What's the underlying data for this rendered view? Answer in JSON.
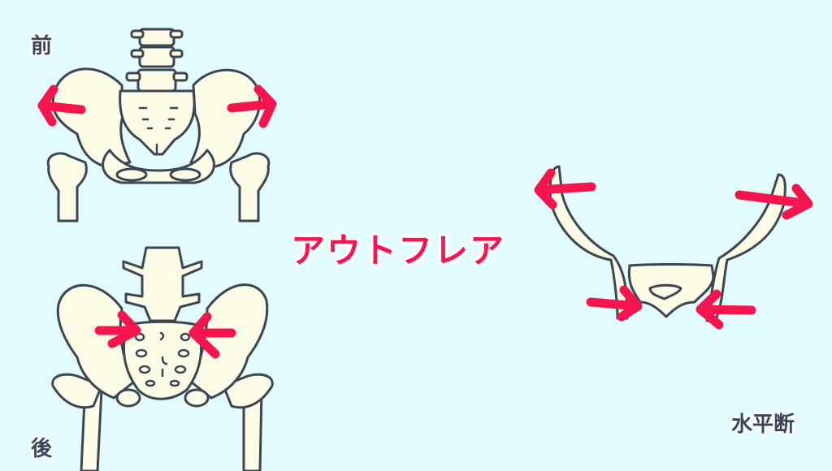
{
  "labels": {
    "front": "前",
    "back": "後",
    "horizontal_section": "水平断"
  },
  "title": "アウトフレア",
  "colors": {
    "background": "#e2fbfc",
    "bone_fill": "#fbfbe6",
    "outline": "#3d4453",
    "arrow": "#f5164f",
    "title_text": "#f5164f"
  },
  "figures": [
    {
      "name": "pelvis-anterior-view",
      "label": "前",
      "arrows": [
        "outward-left",
        "outward-right"
      ]
    },
    {
      "name": "pelvis-posterior-view",
      "label": "後",
      "arrows": [
        "inward-left",
        "inward-right"
      ]
    },
    {
      "name": "pelvis-horizontal-section",
      "label": "水平断",
      "arrows": [
        "outward-top-left",
        "outward-top-right",
        "inward-bottom-left",
        "inward-bottom-right"
      ]
    }
  ]
}
